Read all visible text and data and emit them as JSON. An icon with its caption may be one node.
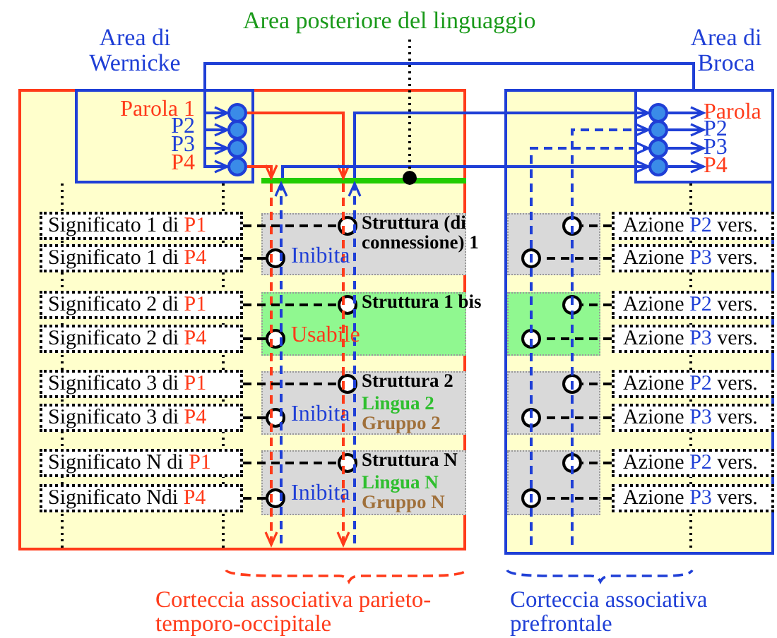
{
  "diagram": {
    "nodes": [
      {
        "text": [
          "Corteccia associativa parieto-temporo-occipitale"
        ]
      },
      {
        "text": [
          "Area di Wernicke"
        ],
        "in": 0
      },
      {
        "text": [],
        "shape": "circle",
        "in": 1,
        "beside": [
          "Parola 1"
        ]
      },
      {
        "text": [],
        "shape": "circle",
        "in": 1,
        "beside": [
          "P2"
        ]
      },
      {
        "text": [],
        "shape": "circle",
        "in": 1,
        "beside": [
          "P3"
        ]
      },
      {
        "text": [],
        "shape": "circle",
        "in": 1,
        "beside": [
          "P4"
        ]
      },
      {
        "text": [
          "Area posteriore del linguaggio"
        ]
      },
      {
        "text": [],
        "shape": "bar",
        "in": 0
      },
      {
        "text": [
          "Significato 1 di",
          "P1"
        ],
        "in": 0
      },
      {
        "text": [
          "Significato 1 di",
          "P4"
        ],
        "in": 0
      },
      {
        "text": [
          "Significato 2 di",
          "P1"
        ],
        "in": 0
      },
      {
        "text": [
          "Significato 2 di",
          "P4"
        ],
        "in": 0
      },
      {
        "text": [
          "Significato 3 di",
          "P1"
        ],
        "in": 0
      },
      {
        "text": [
          "Significato 3 di",
          "P4"
        ],
        "in": 0
      },
      {
        "text": [
          "Significato N di",
          "P1"
        ],
        "in": 0
      },
      {
        "text": [
          "Significato Ndi",
          "P4"
        ],
        "in": 0
      },
      {
        "text": [
          "Struttura (di connessione) 1",
          "Inibita"
        ],
        "in": 0
      },
      {
        "text": [],
        "shape": "circle",
        "in": 16
      },
      {
        "text": [],
        "shape": "circle",
        "in": 16
      },
      {
        "text": [
          "Struttura 1 bis",
          "Usabile"
        ],
        "in": 0
      },
      {
        "text": [],
        "shape": "circle",
        "in": 19
      },
      {
        "text": [],
        "shape": "circle",
        "in": 19
      },
      {
        "text": [
          "Struttura 2",
          "Lingua 2",
          "Gruppo 2",
          "Inibita"
        ],
        "in": 0
      },
      {
        "text": [],
        "shape": "circle",
        "in": 22
      },
      {
        "text": [],
        "shape": "circle",
        "in": 22
      },
      {
        "text": [
          "Struttura N",
          "Lingua N",
          "Gruppo N",
          "Inibita"
        ],
        "in": 0
      },
      {
        "text": [],
        "shape": "circle",
        "in": 25
      },
      {
        "text": [],
        "shape": "circle",
        "in": 25
      },
      {
        "text": [
          "Corteccia associativa prefrontale"
        ]
      },
      {
        "text": [
          "Area di Broca"
        ],
        "in": 28
      },
      {
        "text": [],
        "shape": "circle",
        "in": 29
      },
      {
        "text": [],
        "shape": "circle",
        "in": 29
      },
      {
        "text": [],
        "shape": "circle",
        "in": 29
      },
      {
        "text": [],
        "shape": "circle",
        "in": 29
      },
      {
        "text": [
          "Azione",
          "P2",
          "vers."
        ],
        "in": 28
      },
      {
        "text": [
          "Azione",
          "P3",
          "vers."
        ],
        "in": 28
      },
      {
        "text": [
          "Azione",
          "P2",
          "vers."
        ],
        "in": 28
      },
      {
        "text": [
          "Azione",
          "P3",
          "vers."
        ],
        "in": 28
      },
      {
        "text": [
          "Azione",
          "P2",
          "vers."
        ],
        "in": 28
      },
      {
        "text": [
          "Azione",
          "P3",
          "vers."
        ],
        "in": 28
      },
      {
        "text": [
          "Azione",
          "P2",
          "vers."
        ],
        "in": 28
      },
      {
        "text": [
          "Azione",
          "P3",
          "vers."
        ],
        "in": 28
      },
      {
        "text": [],
        "shape": "box",
        "in": 28
      },
      {
        "text": [],
        "shape": "circle",
        "in": 42
      },
      {
        "text": [],
        "shape": "circle",
        "in": 42
      },
      {
        "text": [],
        "shape": "box",
        "in": 28
      },
      {
        "text": [],
        "shape": "circle",
        "in": 45
      },
      {
        "text": [],
        "shape": "circle",
        "in": 45
      },
      {
        "text": [],
        "shape": "box",
        "in": 28
      },
      {
        "text": [],
        "shape": "circle",
        "in": 48
      },
      {
        "text": [],
        "shape": "circle",
        "in": 48
      },
      {
        "text": [],
        "shape": "box",
        "in": 28
      },
      {
        "text": [],
        "shape": "circle",
        "in": 51
      },
      {
        "text": [],
        "shape": "circle",
        "in": 51
      },
      {
        "text": [
          "Parola"
        ],
        "in": 29
      },
      {
        "text": [
          "P2"
        ],
        "in": 29
      },
      {
        "text": [
          "P3"
        ],
        "in": 29
      },
      {
        "text": [
          "P4"
        ],
        "in": 29
      }
    ],
    "edges": [
      {
        "from": 29,
        "to": 2,
        "arrow": "to",
        "color": "#1f3fd6"
      },
      {
        "from": 29,
        "to": 3,
        "arrow": "to",
        "color": "#1f3fd6"
      },
      {
        "from": 29,
        "to": 4,
        "arrow": "to",
        "color": "#1f3fd6"
      },
      {
        "from": 29,
        "to": 5,
        "arrow": "to",
        "color": "#1f3fd6"
      },
      {
        "from": 2,
        "to": 7,
        "arrow": "to",
        "color": "#ff3b1a"
      },
      {
        "from": 5,
        "to": 7,
        "arrow": "to",
        "color": "#ff3b1a"
      },
      {
        "from": 7,
        "to": 30,
        "arrow": "to",
        "color": "#1f3fd6"
      },
      {
        "from": 7,
        "to": 33,
        "arrow": "to",
        "color": "#1f3fd6"
      },
      {
        "from": 6,
        "to": 7,
        "arrow": "other",
        "style": "dashed"
      },
      {
        "from": null,
        "to": 31,
        "arrow": "to",
        "style": "dashed",
        "color": "#1f3fd6"
      },
      {
        "from": null,
        "to": 32,
        "arrow": "to",
        "style": "dashed",
        "color": "#1f3fd6"
      },
      {
        "from": 7,
        "to": null,
        "arrow": "to",
        "style": "dashed",
        "color": "#ff3b1a"
      },
      {
        "from": 7,
        "to": null,
        "arrow": "to",
        "style": "dashed",
        "color": "#ff3b1a"
      },
      {
        "from": null,
        "to": 7,
        "arrow": "to",
        "style": "dashed",
        "color": "#1f3fd6"
      },
      {
        "from": null,
        "to": 7,
        "arrow": "to",
        "style": "dashed",
        "color": "#1f3fd6"
      },
      {
        "from": 8,
        "to": 17,
        "arrow": "none",
        "style": "dashed"
      },
      {
        "from": 9,
        "to": 18,
        "arrow": "none",
        "style": "dashed"
      },
      {
        "from": 10,
        "to": 20,
        "arrow": "none",
        "style": "dashed"
      },
      {
        "from": 11,
        "to": 21,
        "arrow": "none",
        "style": "dashed"
      },
      {
        "from": 12,
        "to": 23,
        "arrow": "none",
        "style": "dashed"
      },
      {
        "from": 13,
        "to": 24,
        "arrow": "none",
        "style": "dashed"
      },
      {
        "from": 14,
        "to": 26,
        "arrow": "none",
        "style": "dashed"
      },
      {
        "from": 15,
        "to": 27,
        "arrow": "none",
        "style": "dashed"
      },
      {
        "from": 34,
        "to": 43,
        "arrow": "none",
        "style": "dashed"
      },
      {
        "from": 35,
        "to": 44,
        "arrow": "none",
        "style": "dashed"
      },
      {
        "from": 36,
        "to": 46,
        "arrow": "none",
        "style": "dashed"
      },
      {
        "from": 37,
        "to": 47,
        "arrow": "none",
        "style": "dashed"
      },
      {
        "from": 38,
        "to": 49,
        "arrow": "none",
        "style": "dashed"
      },
      {
        "from": 39,
        "to": 50,
        "arrow": "none",
        "style": "dashed"
      },
      {
        "from": 40,
        "to": 52,
        "arrow": "none",
        "style": "dashed"
      },
      {
        "from": 41,
        "to": 53,
        "arrow": "none",
        "style": "dashed"
      },
      {
        "from": 30,
        "to": 54,
        "arrow": "to",
        "color": "#1f3fd6"
      },
      {
        "from": 31,
        "to": 55,
        "arrow": "to",
        "color": "#1f3fd6"
      },
      {
        "from": 32,
        "to": 56,
        "arrow": "to",
        "color": "#1f3fd6"
      },
      {
        "from": 33,
        "to": 57,
        "arrow": "to",
        "color": "#1f3fd6"
      }
    ]
  }
}
